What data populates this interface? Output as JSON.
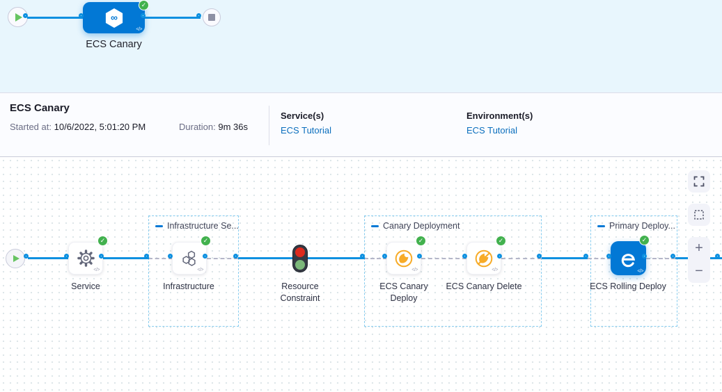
{
  "glyphs": {
    "check": "✓",
    "code": "</>",
    "infinity": "∞",
    "plus": "+",
    "minus": "−"
  },
  "minimap": {
    "stage_label": "ECS Canary"
  },
  "header": {
    "title": "ECS Canary",
    "started_label": "Started at:",
    "started_value": "10/6/2022, 5:01:20 PM",
    "duration_label": "Duration:",
    "duration_value": "9m 36s",
    "services_label": "Service(s)",
    "services_value": "ECS Tutorial",
    "environments_label": "Environment(s)",
    "environments_value": "ECS Tutorial"
  },
  "canvas": {
    "groups": [
      {
        "label": "Infrastructure Se..."
      },
      {
        "label": "Canary Deployment"
      },
      {
        "label": "Primary Deploy..."
      }
    ],
    "nodes": [
      {
        "label": "Service",
        "icon": "gear-icon",
        "status": "success"
      },
      {
        "label": "Infrastructure",
        "icon": "hexagon-cluster-icon",
        "status": "success"
      },
      {
        "label": "Resource Constraint",
        "icon": "traffic-light-icon",
        "status": "none"
      },
      {
        "label": "ECS Canary Deploy",
        "icon": "canary-icon",
        "status": "success"
      },
      {
        "label": "ECS Canary Delete",
        "icon": "canary-delete-icon",
        "status": "success"
      },
      {
        "label": "ECS Rolling Deploy",
        "icon": "ecs-rolling-icon",
        "status": "success"
      }
    ]
  },
  "colors": {
    "accent_blue": "#0278d5",
    "wire_blue": "#0d90e0",
    "success_green": "#42b14e",
    "canary_amber": "#f7ab27",
    "link_blue": "#0a6ebd",
    "minimap_bg": "#e8f6fd",
    "group_border": "#86ccef"
  }
}
